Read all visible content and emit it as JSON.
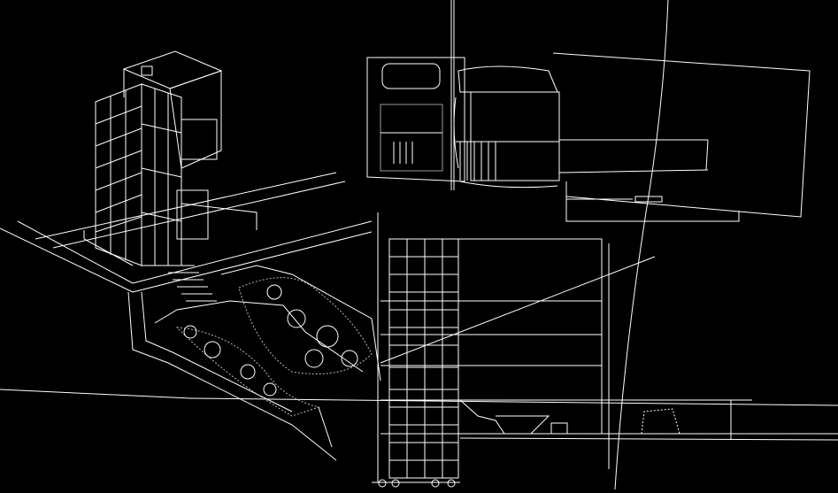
{
  "colors": {
    "background": "#000000",
    "line": "#ffffff",
    "hatch": "#9a9a9a"
  },
  "views": [
    "isometric",
    "site-plan",
    "section"
  ]
}
